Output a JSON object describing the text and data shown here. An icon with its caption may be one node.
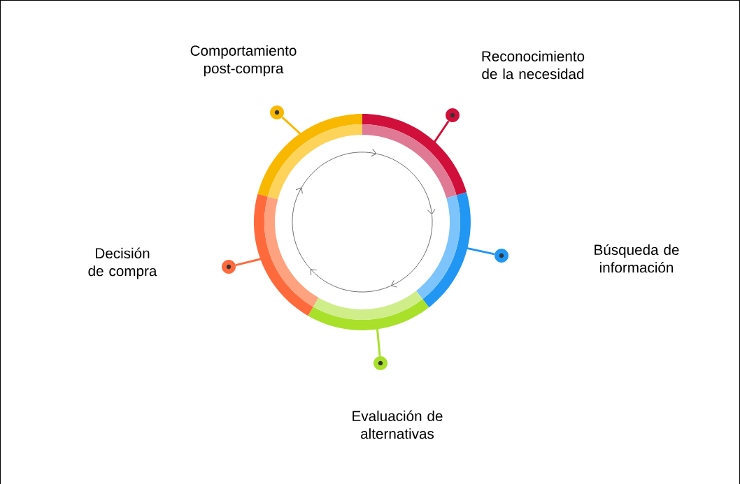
{
  "diagram": {
    "nodes": [
      {
        "text": [],
        "shape": "circle"
      },
      {
        "text": [],
        "shape": "circle"
      },
      {
        "text": [],
        "shape": "circle"
      },
      {
        "text": [],
        "shape": "circle"
      },
      {
        "text": [],
        "shape": "circle"
      },
      {
        "text": [],
        "shape": "arc"
      },
      {
        "text": [],
        "shape": "arc"
      },
      {
        "text": [],
        "shape": "arc"
      },
      {
        "text": [],
        "shape": "arc"
      },
      {
        "text": [],
        "shape": "arc"
      }
    ],
    "edges": [
      {
        "from": 0,
        "to": 5,
        "arrow": "none",
        "color": "#f9b800"
      },
      {
        "from": 1,
        "to": 6,
        "arrow": "none",
        "color": "#d0103a"
      },
      {
        "from": 2,
        "to": 7,
        "arrow": "none",
        "color": "#ff6a3d"
      },
      {
        "from": 3,
        "to": 8,
        "arrow": "none",
        "color": "#2196f3"
      },
      {
        "from": 4,
        "to": 9,
        "arrow": "none",
        "color": "#a8e02a"
      }
    ],
    "labels": [
      "Comportamiento post-compra",
      "Reconocimiento de la necesidad",
      "Decisión de compra",
      "Búsqueda de información",
      "Evaluación de alternativas"
    ]
  }
}
